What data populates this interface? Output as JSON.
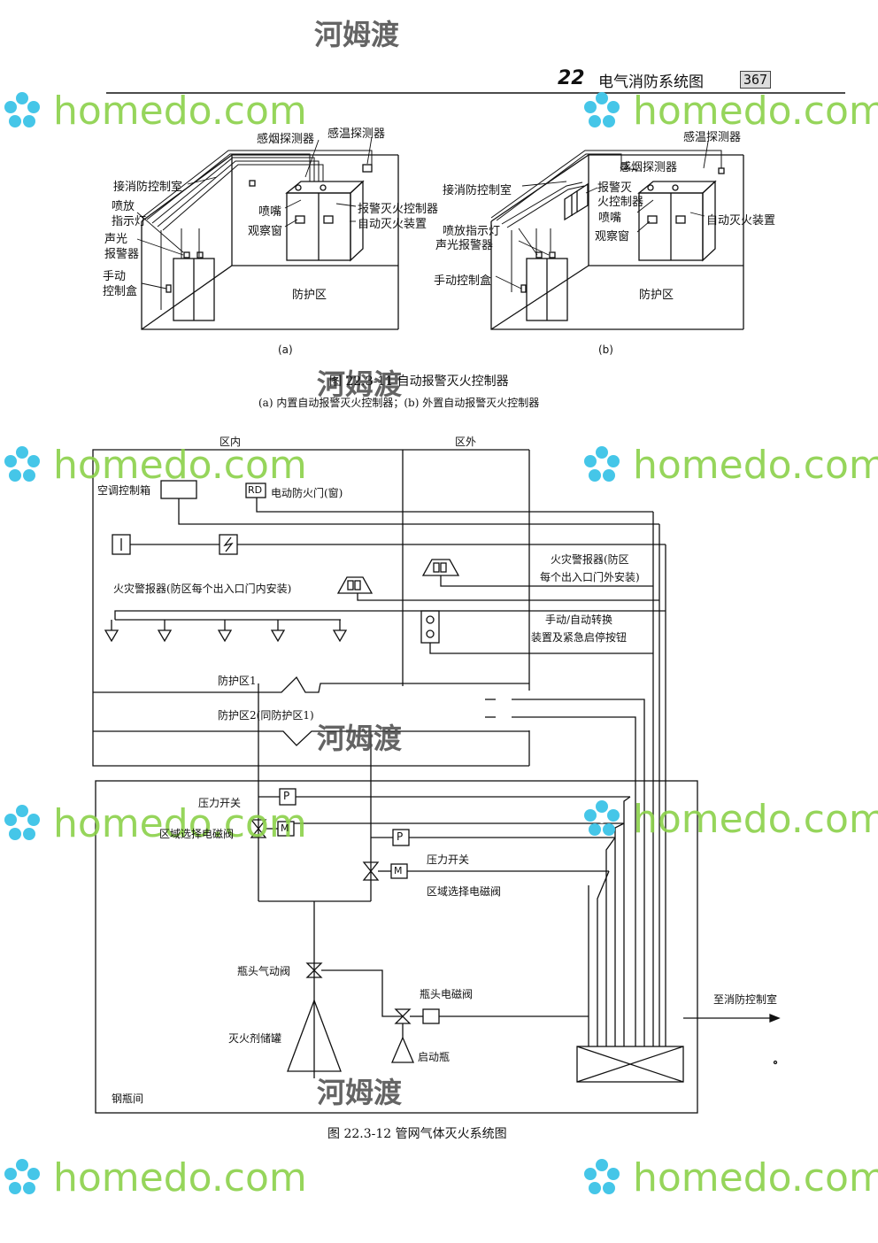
{
  "header": {
    "chapter": "22",
    "title": "电气消防系统图",
    "page": "367"
  },
  "fig11": {
    "a": {
      "smoke": "感烟探测器",
      "heat": "感温探测器",
      "to_room": "接消防控制室",
      "spray_1": "喷放",
      "spray_2": "指示灯",
      "alarm_1": "声光",
      "alarm_2": "报警器",
      "manual_1": "手动",
      "manual_2": "控制盒",
      "nozzle": "喷嘴",
      "window": "观察窗",
      "controller": "报警灭火控制器",
      "device": "自动灭火装置",
      "zone": "防护区",
      "sub": "(a)"
    },
    "b": {
      "heat": "感温探测器",
      "smoke": "感烟探测器",
      "to_room": "接消防控制室",
      "ctrl_1": "报警灭",
      "ctrl_2": "火控制器",
      "nozzle": "喷嘴",
      "spray": "喷放指示灯",
      "alarm": "声光报警器",
      "window": "观察窗",
      "device": "自动灭火装置",
      "manual": "手动控制盒",
      "zone": "防护区",
      "sub": "(b)"
    },
    "caption": "图 22.3-11   自动报警灭火控制器",
    "subcaption": "(a) 内置自动报警灭火控制器；(b) 外置自动报警灭火控制器"
  },
  "fig12": {
    "inside": "区内",
    "outside": "区外",
    "ac_box": "空调控制箱",
    "rd": "RD",
    "fire_door": "电动防火门(窗)",
    "alarm_out_1": "火灾警报器(防区",
    "alarm_out_2": "每个出入口门外安装)",
    "alarm_in": "火灾警报器(防区每个出入口门内安装)",
    "switch_1": "手动/自动转换",
    "switch_2": "装置及紧急启停按钮",
    "zone1": "防护区1",
    "zone2": "防护区2(同防护区1)",
    "p": "P",
    "m": "M",
    "pressure_1": "压力开关",
    "valve_1": "区域选择电磁阀",
    "pressure_2": "压力开关",
    "valve_2": "区域选择电磁阀",
    "bottle_valve": "瓶头气动阀",
    "bottle_solenoid": "瓶头电磁阀",
    "tank": "灭火剂储罐",
    "start_bottle": "启动瓶",
    "to_room": "至消防控制室",
    "room": "钢瓶间",
    "caption": "图 22.3-12   管网气体灭火系统图"
  },
  "watermark": {
    "domain": "homedo.com",
    "brand": "河姆渡"
  }
}
